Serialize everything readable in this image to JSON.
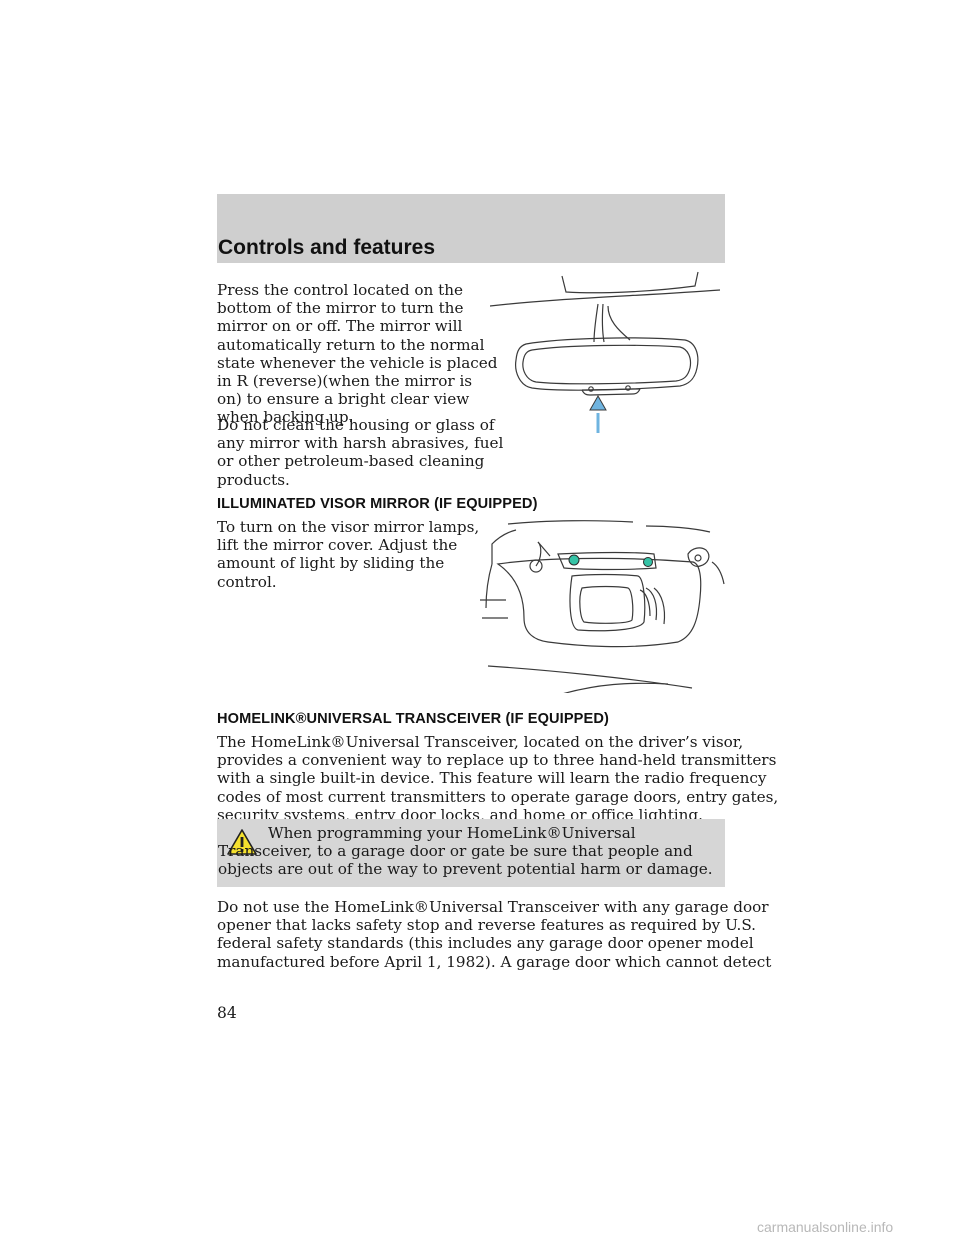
{
  "header": {
    "title": "Controls and features"
  },
  "mirror_section": {
    "p1": [
      "Press the control located on the",
      "bottom of the mirror to turn the",
      "mirror on or off. The mirror will",
      "automatically return to the normal",
      "state whenever the vehicle is placed",
      "in R (reverse)(when the mirror is",
      "on) to ensure a bright clear view",
      "when backing up."
    ],
    "p2": [
      "Do not clean the housing or glass of",
      "any mirror with harsh abrasives, fuel",
      "or other petroleum-based cleaning",
      "products."
    ]
  },
  "visor_section": {
    "heading": "ILLUMINATED VISOR MIRROR (IF EQUIPPED)",
    "p1": [
      "To turn on the visor mirror lamps,",
      "lift the mirror cover. Adjust the",
      "amount of light by sliding the",
      "control."
    ]
  },
  "homelink_section": {
    "heading": "HOMELINK®UNIVERSAL TRANSCEIVER (IF EQUIPPED)",
    "p1": [
      "The HomeLink®Universal Transceiver, located on the driver’s visor,",
      "provides a convenient way to replace up to three hand-held transmitters",
      "with a single built-in device. This feature will learn the radio frequency",
      "codes of most current transmitters to operate garage doors, entry gates,",
      "security systems, entry door locks, and home or office lighting."
    ],
    "warning": "When programming your HomeLink®Universal Transceiver, to a garage door or gate be sure that people and objects are out of the way to prevent potential harm or damage.",
    "p2": [
      "Do not use the HomeLink®Universal Transceiver with any garage door",
      "opener that lacks safety stop and reverse features as required by U.S.",
      "federal safety standards (this includes any garage door opener model",
      "manufactured before April 1, 1982). A garage door which cannot detect"
    ]
  },
  "page_number": "84",
  "watermark": "carmanualsonline.info",
  "colors": {
    "header_band": "#cfcfcf",
    "warning_band": "#d6d6d6",
    "arrow": "#6fb4e0",
    "control_dot": "#35c3a6"
  }
}
